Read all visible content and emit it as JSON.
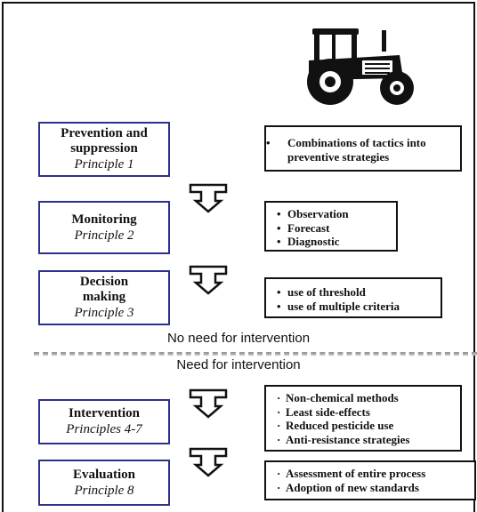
{
  "principles": [
    {
      "title": "Prevention and suppression",
      "principle": "Principle 1"
    },
    {
      "title": "Monitoring",
      "principle": "Principle 2"
    },
    {
      "title": "Decision making",
      "principle": "Principle 3"
    },
    {
      "title": "Intervention",
      "principle": "Principles 4-7"
    },
    {
      "title": "Evaluation",
      "principle": "Principle 8"
    }
  ],
  "descriptions": [
    {
      "items": [
        "Combinations of tactics into preventive strategies"
      ]
    },
    {
      "items": [
        "Observation",
        "Forecast",
        "Diagnostic"
      ]
    },
    {
      "items": [
        "use of threshold",
        "use of multiple criteria"
      ]
    },
    {
      "items": [
        "Non-chemical methods",
        "Least side-effects",
        "Reduced pesticide use",
        "Anti-resistance strategies"
      ]
    },
    {
      "items": [
        "Assessment of entire process",
        "Adoption of new standards"
      ]
    }
  ],
  "separator": {
    "above": "No need for intervention",
    "below": "Need for intervention"
  },
  "colors": {
    "principle_border": "#2b2f8f",
    "text": "#111111"
  },
  "icons": {
    "vehicle": "tractor-icon",
    "flow": "hollow-down-arrow-icon"
  }
}
